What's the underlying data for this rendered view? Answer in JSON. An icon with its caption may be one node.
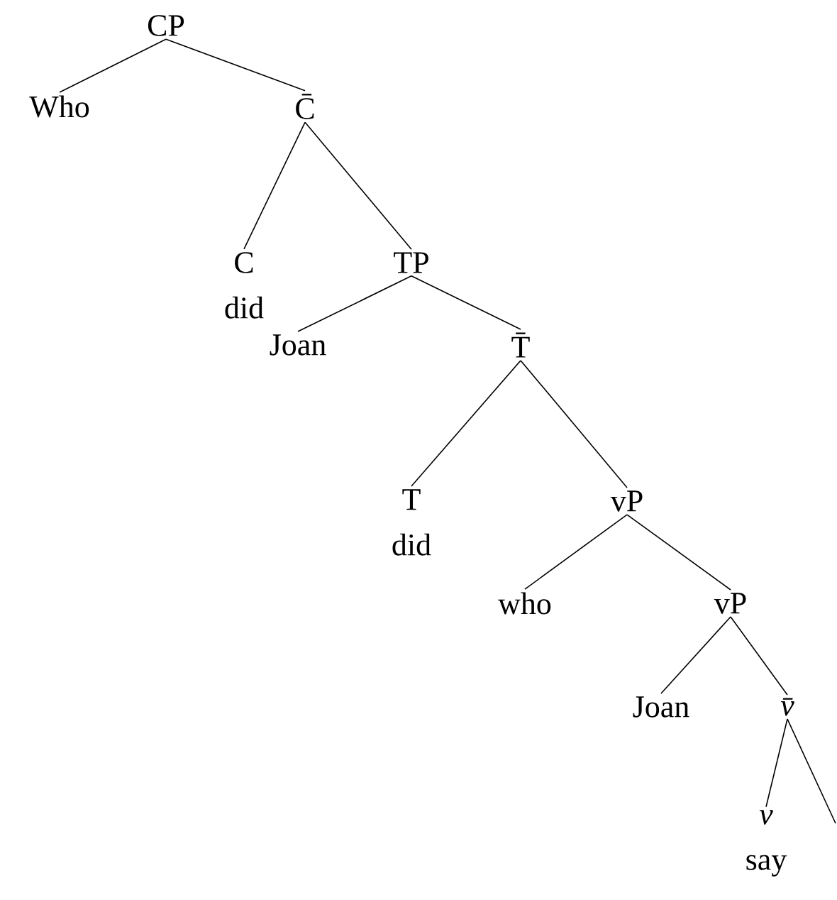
{
  "diagram": {
    "nodes": [
      {
        "text": [
          "CP"
        ]
      },
      {
        "text": [
          "Who"
        ]
      },
      {
        "text": [
          "C̄"
        ]
      },
      {
        "text": [
          "C",
          "did"
        ]
      },
      {
        "text": [
          "TP"
        ]
      },
      {
        "text": [
          "Joan"
        ]
      },
      {
        "text": [
          "T̄"
        ]
      },
      {
        "text": [
          "T",
          "did"
        ]
      },
      {
        "text": [
          "vP"
        ]
      },
      {
        "text": [
          "who"
        ]
      },
      {
        "text": [
          "vP"
        ]
      },
      {
        "text": [
          "Joan"
        ]
      },
      {
        "text": [
          "v̄"
        ]
      },
      {
        "text": [
          "v",
          "say"
        ]
      }
    ],
    "edges": [
      {
        "from": 0,
        "to": 1,
        "arrow": "none"
      },
      {
        "from": 0,
        "to": 2,
        "arrow": "none"
      },
      {
        "from": 2,
        "to": 3,
        "arrow": "none"
      },
      {
        "from": 2,
        "to": 4,
        "arrow": "none"
      },
      {
        "from": 4,
        "to": 5,
        "arrow": "none"
      },
      {
        "from": 4,
        "to": 6,
        "arrow": "none"
      },
      {
        "from": 6,
        "to": 7,
        "arrow": "none"
      },
      {
        "from": 6,
        "to": 8,
        "arrow": "none"
      },
      {
        "from": 8,
        "to": 9,
        "arrow": "none"
      },
      {
        "from": 8,
        "to": 10,
        "arrow": "none"
      },
      {
        "from": 10,
        "to": 11,
        "arrow": "none"
      },
      {
        "from": 10,
        "to": 12,
        "arrow": "none"
      },
      {
        "from": 12,
        "to": 13,
        "arrow": "none"
      },
      {
        "from": 12,
        "to": null,
        "arrow": "none"
      }
    ]
  }
}
